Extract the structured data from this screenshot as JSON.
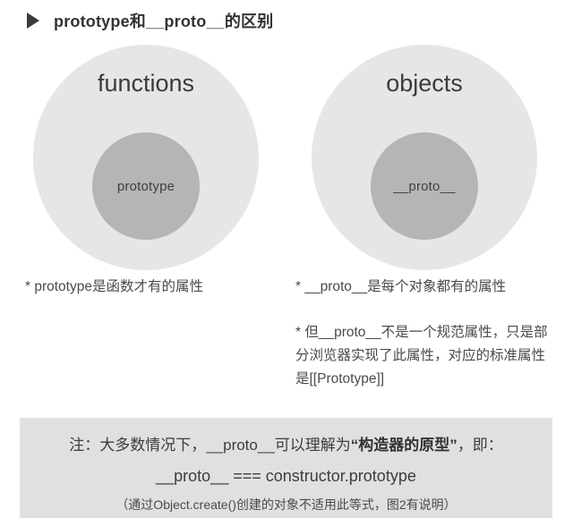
{
  "header": {
    "bullet_icon": "triangle-right-icon",
    "title": "prototype和__proto__的区别"
  },
  "diagram": {
    "type": "venn-nested",
    "colors": {
      "outer_circle": "#e6e6e6",
      "inner_circle": "#b5b5b5",
      "text": "#3b3b3b",
      "note_box_bg": "#e0e0e0"
    },
    "groups": [
      {
        "outer_label": "functions",
        "inner_label": "prototype"
      },
      {
        "outer_label": "objects",
        "inner_label": "__proto__"
      }
    ]
  },
  "notes": {
    "left": {
      "line1": "* prototype是函数才有的属性"
    },
    "right": {
      "line1": "* __proto__是每个对象都有的属性",
      "paragraph": "* 但__proto__不是一个规范属性，只是部分浏览器实现了此属性，对应的标准属性是[[Prototype]]"
    }
  },
  "note_box": {
    "line1_prefix": "注：大多数情况下，__proto__可以理解为",
    "line1_quote": "“构造器的原型”",
    "line1_suffix": "，即：",
    "line2": "__proto__ === constructor.prototype",
    "line3": "（通过Object.create()创建的对象不适用此等式，图2有说明）"
  }
}
